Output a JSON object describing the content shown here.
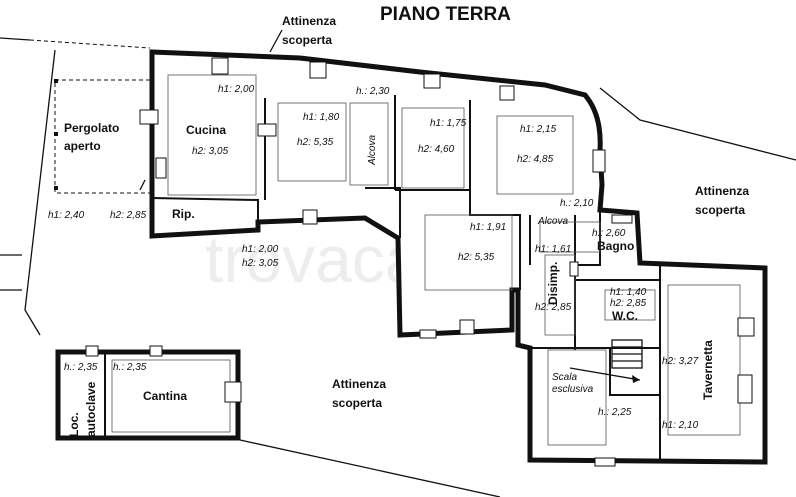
{
  "plan": {
    "title": "PIANO TERRA",
    "watermark": "trovacasa",
    "areas": {
      "top_attinenza_1": "Attinenza",
      "top_attinenza_2": "scoperta",
      "right_attinenza_1": "Attinenza",
      "right_attinenza_2": "scoperta",
      "bottom_attinenza_1": "Attinenza",
      "bottom_attinenza_2": "scoperta"
    },
    "rooms": {
      "pergolato_1": "Pergolato",
      "pergolato_2": "aperto",
      "cucina": "Cucina",
      "rip": "Rip.",
      "alcova_1": "Alcova",
      "alcova_2": "Alcova",
      "bagno": "Bagno",
      "disimp": "Disimp.",
      "wc": "W.C.",
      "tavernetta": "Tavernetta",
      "scala_1": "Scala",
      "scala_2": "esclusiva",
      "cantina": "Cantina",
      "loc_1": "Loc.",
      "loc_2": "autoclave"
    },
    "heights": {
      "pergolato_h1": "h1: 2,40",
      "pergolato_h2": "h2: 2,85",
      "cucina_h1": "h1: 2,00",
      "cucina_h2": "h2: 3,05",
      "below_h1": "h1: 2,00",
      "below_h2": "h2: 3,05",
      "r3_h1": "h1: 1,80",
      "r3_h2": "h2: 5,35",
      "alcova1_h": "h.: 2,30",
      "r4_h1": "h1: 1,75",
      "r4_h2": "h2: 4,60",
      "r5_h1": "h1: 2,15",
      "r5_h2": "h2: 4,85",
      "alcova2_h": "h.: 2,10",
      "r6_h1": "h1: 1,91",
      "r6_h2": "h2: 5,35",
      "bagno_h": "h.: 2,60",
      "disimp_h1": "h1: 1,61",
      "disimp_h2": "h2: 2,85",
      "wc_h1": "h1: 1,40",
      "wc_h2": "h2: 2,85",
      "tav_h2": "h2: 3,27",
      "tav_h1": "h1: 2,10",
      "scala_h": "h.: 2,25",
      "loc_h": "h.: 2,35",
      "cantina_h": "h.: 2,35"
    }
  }
}
